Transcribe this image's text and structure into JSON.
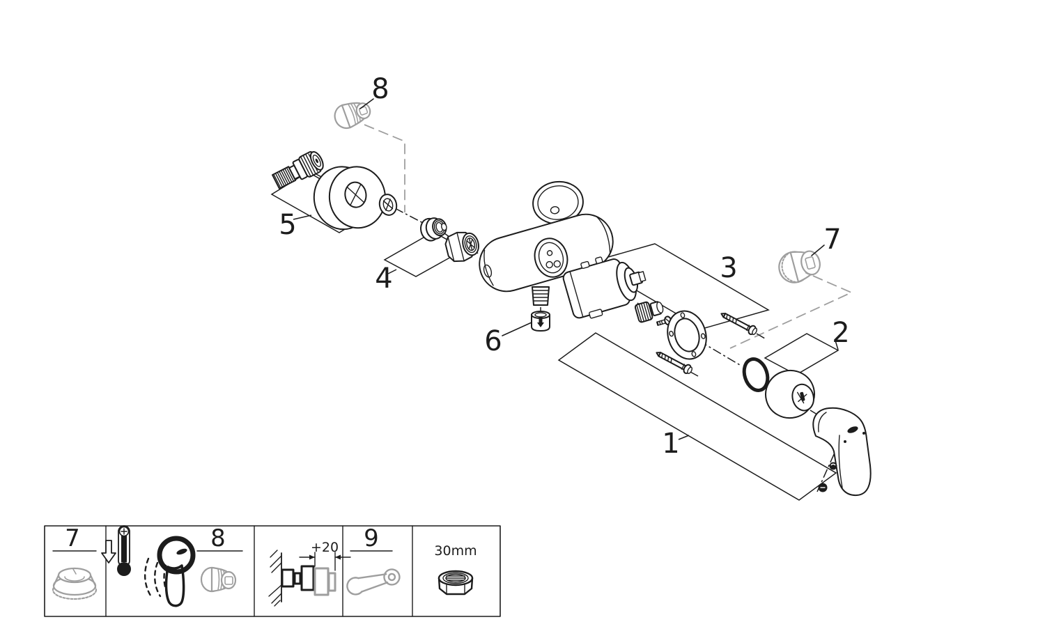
{
  "diagram": {
    "type": "exploded-parts-diagram",
    "subject": "single-lever-shower-mixer",
    "callouts": {
      "c1": "1",
      "c2": "2",
      "c3": "3",
      "c4": "4",
      "c5": "5",
      "c6": "6",
      "c7": "7",
      "c8": "8"
    }
  },
  "legend": {
    "cells": [
      {
        "label": "7",
        "icon": "temperature-limiter-cap-icon"
      },
      {
        "label": "8",
        "icons": [
          "cold-thermometer-icon",
          "down-arrow-icon",
          "lever-handle-swing-icon",
          "flow-restrictor-icon"
        ]
      },
      {
        "dimension": "+20",
        "icon": "wall-extension-fitting-icon"
      },
      {
        "label": "9",
        "icon": "open-end-wrench-icon"
      },
      {
        "size": "30mm",
        "icon": "hex-nut-icon"
      }
    ]
  },
  "colors": {
    "line": "#1c1c1c",
    "grey": "#9e9e9e",
    "background": "#ffffff"
  }
}
